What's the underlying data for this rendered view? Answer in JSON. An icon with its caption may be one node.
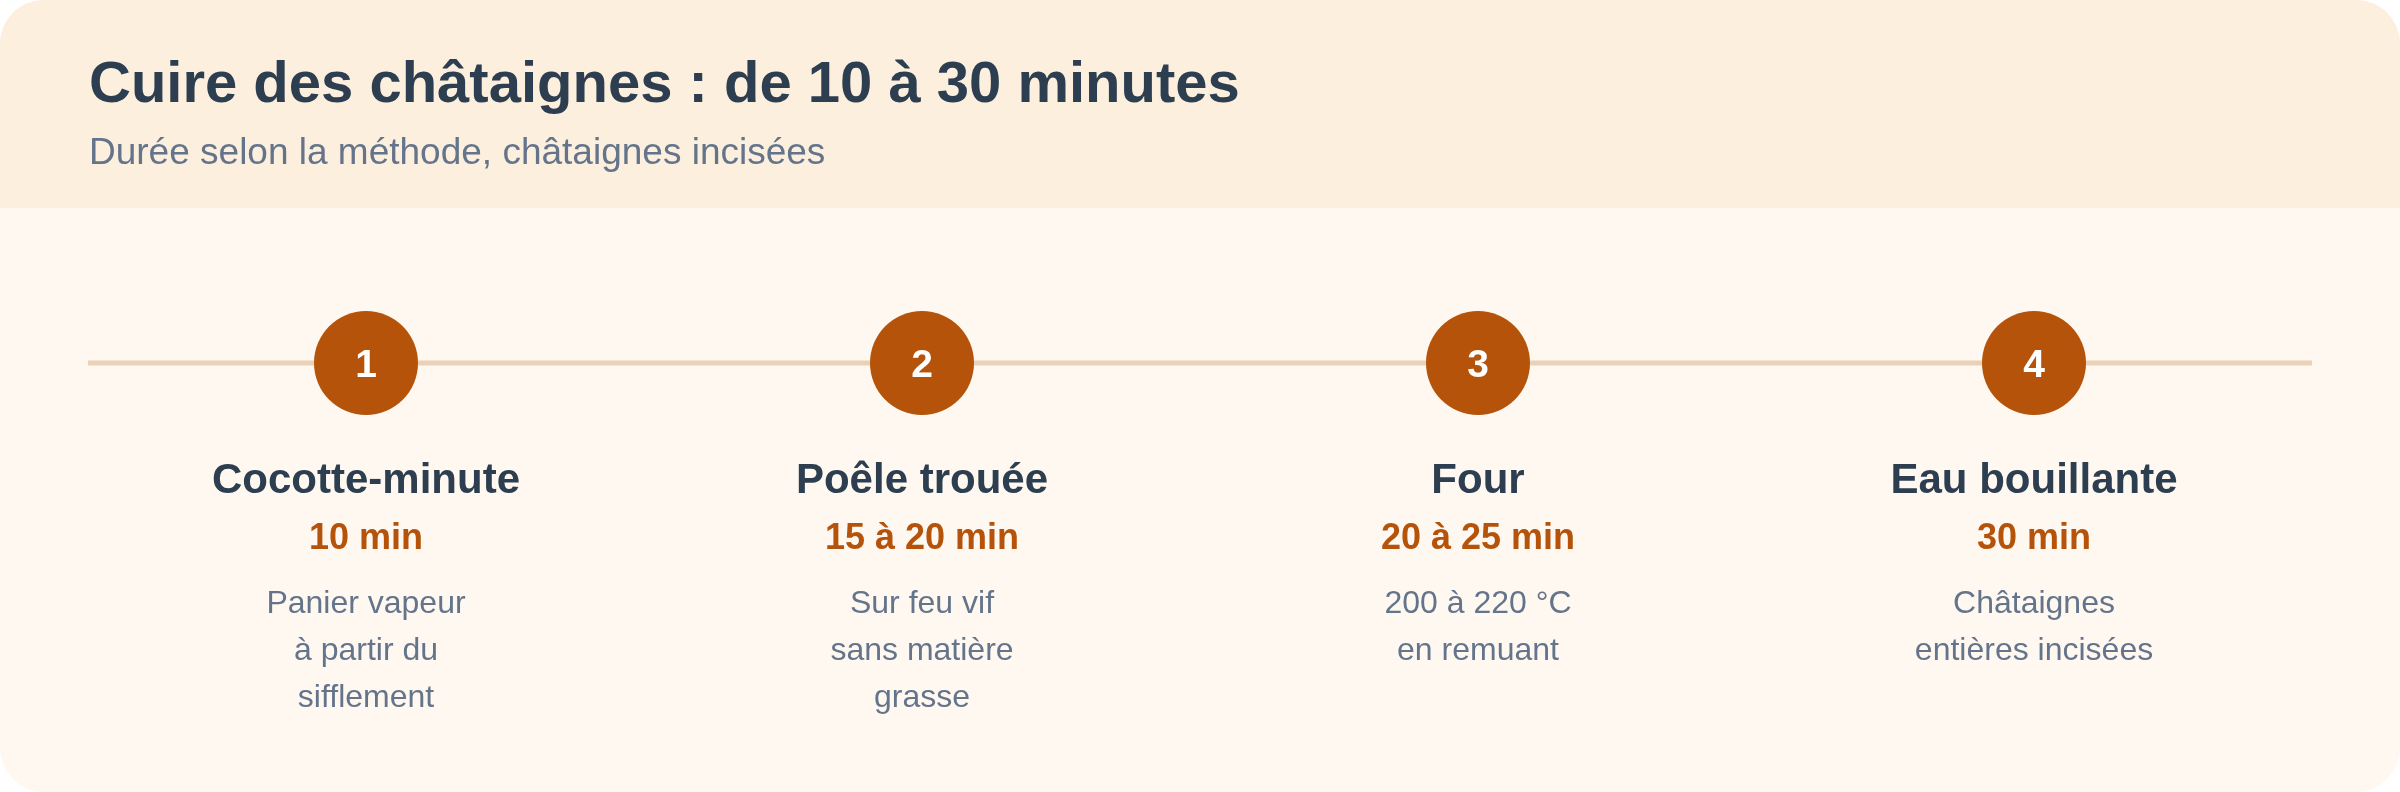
{
  "diagram": {
    "title": "Cuire des châtaignes : de 10 à 30 minutes",
    "nodes": [
      {
        "text": [
          "1"
        ],
        "beside": [
          "Cocotte-minute",
          "10 min",
          "Panier vapeur à partir du sifflement"
        ]
      },
      {
        "text": [
          "2"
        ],
        "beside": [
          "Poêle trouée",
          "15 à 20 min",
          "Sur feu vif sans matière grasse"
        ]
      },
      {
        "text": [
          "3"
        ],
        "beside": [
          "Four",
          "20 à 25 min",
          "200 à 220 °C en remuant"
        ]
      },
      {
        "text": [
          "4"
        ],
        "beside": [
          "Eau bouillante",
          "30 min",
          "Châtaignes entières incisées"
        ]
      }
    ],
    "edges": [
      {
        "from": null,
        "to": 0,
        "arrow": "none"
      },
      {
        "from": 0,
        "to": 1,
        "arrow": "none"
      },
      {
        "from": 1,
        "to": 2,
        "arrow": "none"
      },
      {
        "from": 2,
        "to": 3,
        "arrow": "none"
      },
      {
        "from": 3,
        "to": null,
        "arrow": "none"
      }
    ],
    "labels": [
      "Durée selon la méthode, châtaignes incisées"
    ]
  }
}
